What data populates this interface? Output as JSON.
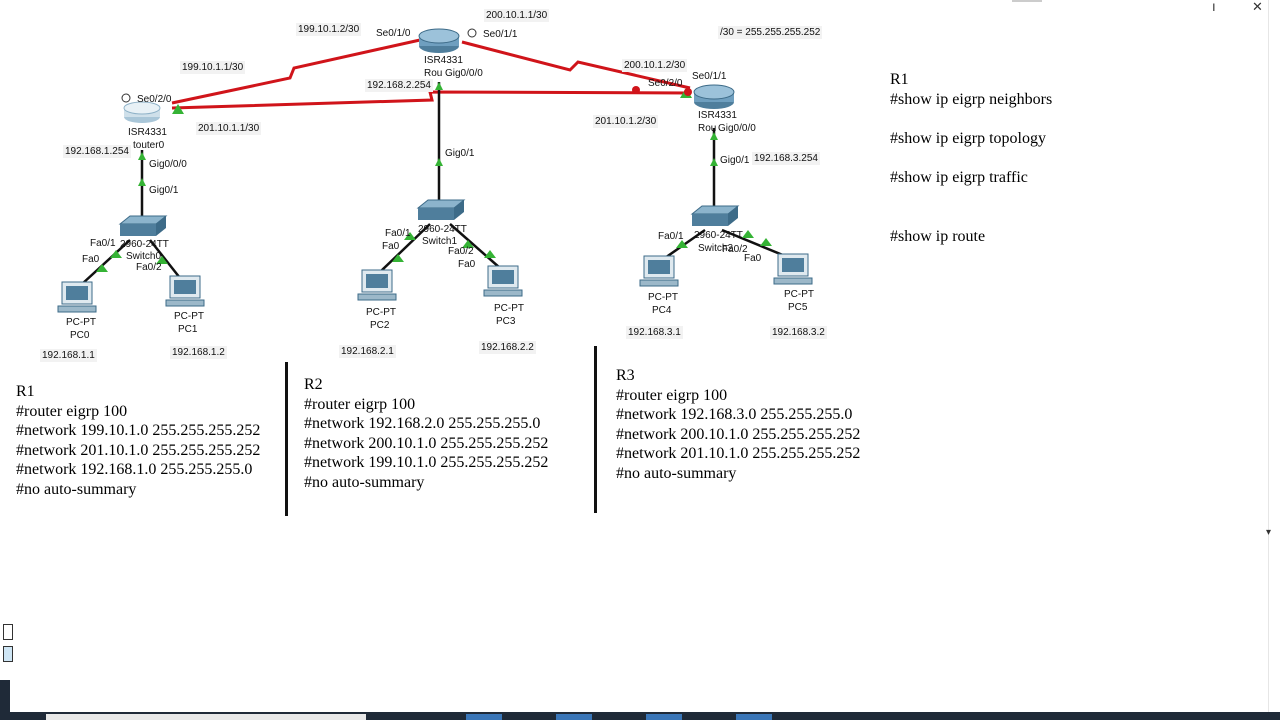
{
  "topology": {
    "labels": {
      "r2_left_ip": "199.10.1.2/30",
      "r2_se010": "Se0/1/0",
      "r2_top_ip": "200.10.1.1/30",
      "r2_se011": "Se0/1/1",
      "mask_note": "/30 = 255.255.255.252",
      "r1_top_ip": "199.10.1.1/30",
      "r2_model": "ISR4331",
      "r2_name": "Rou",
      "r2_gig000": "Gig0/0/0",
      "r3_left_ip": "200.10.1.2/30",
      "r3_se020": "Se0/2/0",
      "r3_se011": "Se0/1/1",
      "r2_lan_ip": "192.168.2.254",
      "r1_se020": "Se0/2/0",
      "r1_model": "ISR4331",
      "r1_name": "touter0",
      "r1_bottom_ip": "201.10.1.1/30",
      "r3_bottom_ip": "201.10.1.2/30",
      "r3_model": "ISR4331",
      "r3_name": "Rou",
      "r3_gig000": "Gig0/0/0",
      "r1_lan_ip": "192.168.1.254",
      "r1_gig000": "Gig0/0/0",
      "sw0_gig01": "Gig0/1",
      "sw1_gig01": "Gig0/1",
      "sw2_gig01": "Gig0/1",
      "r3_lan_ip": "192.168.3.254",
      "sw0_fa01": "Fa0/1",
      "sw0_fa0": "Fa0",
      "sw0_model": "2960-24TT",
      "sw0_name": "Switch0",
      "sw0_fa02": "Fa0/2",
      "sw1_fa01": "Fa0/1",
      "sw1_fa0": "Fa0",
      "sw1_model": "2960-24TT",
      "sw1_name": "Switch1",
      "sw1_fa02": "Fa0/2",
      "sw1_fa0b": "Fa0",
      "sw2_fa01": "Fa0/1",
      "sw2_model": "2960-24TT",
      "sw2_name": "Switch2",
      "sw2_fa02": "Fa0/2",
      "sw2_fa0b": "Fa0",
      "pc0_type": "PC-PT",
      "pc0_name": "PC0",
      "pc1_type": "PC-PT",
      "pc1_name": "PC1",
      "pc2_type": "PC-PT",
      "pc2_name": "PC2",
      "pc3_type": "PC-PT",
      "pc3_name": "PC3",
      "pc4_type": "PC-PT",
      "pc4_name": "PC4",
      "pc5_type": "PC-PT",
      "pc5_name": "PC5",
      "pc0_ip": "192.168.1.1",
      "pc1_ip": "192.168.1.2",
      "pc2_ip": "192.168.2.1",
      "pc3_ip": "192.168.2.2",
      "pc4_ip": "192.168.3.1",
      "pc5_ip": "192.168.3.2"
    }
  },
  "notes": {
    "r1_config": [
      "R1",
      "#router eigrp 100",
      "#network 199.10.1.0 255.255.255.252",
      "#network 201.10.1.0 255.255.255.252",
      "#network 192.168.1.0 255.255.255.0",
      "#no auto-summary"
    ],
    "r2_config": [
      "R2",
      "#router eigrp 100",
      "#network 192.168.2.0 255.255.255.0",
      "#network 200.10.1.0 255.255.255.252",
      "#network 199.10.1.0 255.255.255.252",
      "#no auto-summary"
    ],
    "r3_config": [
      "R3",
      "#router eigrp 100",
      "#network 192.168.3.0 255.255.255.0",
      "#network 200.10.1.0 255.255.255.252",
      "#network 201.10.1.0 255.255.255.252",
      "#no auto-summary"
    ],
    "show_cmds": {
      "title": "R1",
      "c1": "#show ip eigrp neighbors",
      "c2": "#show ip eigrp topology",
      "c3": "#show ip eigrp traffic",
      "c4": "#show ip route"
    }
  },
  "colors": {
    "serial_link": "#d0141a",
    "ethernet_link": "#111111",
    "port_up": "#35b335",
    "device": "#6f9fbf"
  }
}
